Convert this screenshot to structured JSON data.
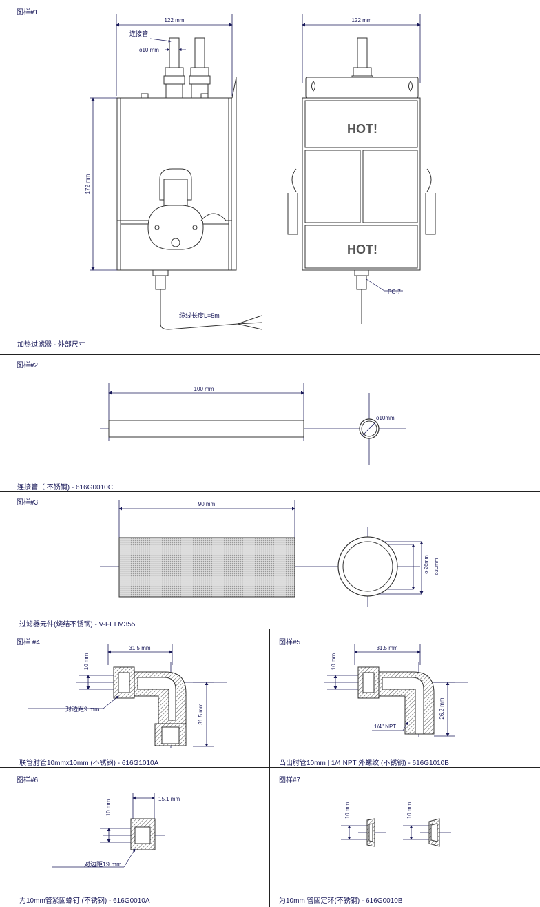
{
  "panel1": {
    "title": "图样#1",
    "dim_width_left": "122 mm",
    "dim_width_right": "122 mm",
    "label_pipe": "连接管",
    "label_pipe_dia": "o10 mm",
    "dim_height": "172 mm",
    "label_hot_top": "HOT!",
    "label_hot_bottom": "HOT!",
    "label_pg": "PG-7",
    "label_cable": "缆线长度L=5m",
    "caption": "加热过滤器 - 外部尺寸"
  },
  "panel2": {
    "title": "图样#2",
    "dim_length": "100 mm",
    "dim_dia": "o10mm",
    "caption": "连接管（ 不锈钢) - 616G0010C"
  },
  "panel3": {
    "title": "图样#3",
    "dim_length": "90 mm",
    "dim_inner": "o-26mm",
    "dim_outer": "o30mm",
    "caption": "过滤器元件(烧结不锈钢) - V-FELM355"
  },
  "panel4": {
    "title": "图样 #4",
    "dim_top": "31.5 mm",
    "dim_left": "10 mm",
    "dim_right": "31.5 mm",
    "label_flat": "对边距9 mm",
    "caption": "联管肘管10mmx10mm (不锈钢) - 616G1010A"
  },
  "panel5": {
    "title": "图样#5",
    "dim_top": "31.5 mm",
    "dim_left": "10 mm",
    "dim_right": "26.2 mm",
    "label_npt": "1/4\" NPT",
    "caption": "凸出肘管10mm | 1/4 NPT 外螺纹 (不锈钢) - 616G1010B"
  },
  "panel6": {
    "title": "图样#6",
    "dim_top": "15.1 mm",
    "dim_left": "10 mm",
    "label_flat": "对边距19 mm",
    "caption": "为10mm管紧固螺钉 (不锈钢) - 616G0010A"
  },
  "panel7": {
    "title": "图样#7",
    "dim_left1": "10 mm",
    "dim_left2": "10 mm",
    "caption": "为10mm 管固定环(不锈钢) - 616G0010B"
  }
}
